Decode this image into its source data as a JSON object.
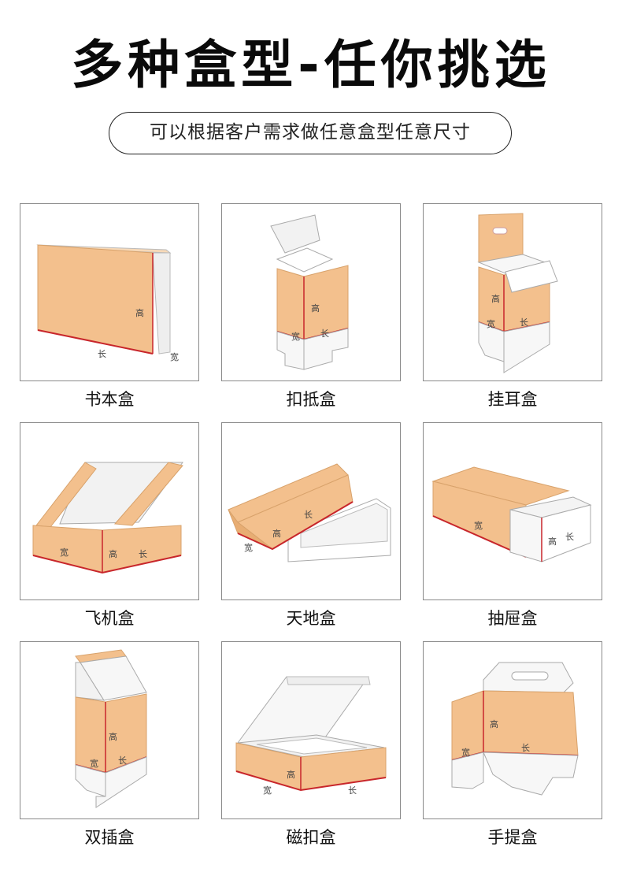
{
  "header": {
    "title": "多种盒型-任你挑选",
    "subtitle": "可以根据客户需求做任意盒型任意尺寸"
  },
  "colors": {
    "kraft": "#f3c08d",
    "kraft_side": "#e8ad73",
    "edge_red": "#c8262b",
    "inner": "#f2f2f2"
  },
  "boxes": [
    {
      "name": "书本盒",
      "dims": {
        "h": "高",
        "l": "长",
        "w": "宽"
      }
    },
    {
      "name": "扣抵盒",
      "dims": {
        "h": "高",
        "l": "长",
        "w": "宽"
      }
    },
    {
      "name": "挂耳盒",
      "dims": {
        "h": "高",
        "l": "长",
        "w": "宽"
      }
    },
    {
      "name": "飞机盒",
      "dims": {
        "h": "高",
        "l": "长",
        "w": "宽"
      }
    },
    {
      "name": "天地盒",
      "dims": {
        "h": "高",
        "l": "长",
        "w": "宽"
      }
    },
    {
      "name": "抽屉盒",
      "dims": {
        "h": "高",
        "l": "长",
        "w": "宽"
      }
    },
    {
      "name": "双插盒",
      "dims": {
        "h": "高",
        "l": "长",
        "w": "宽"
      }
    },
    {
      "name": "磁扣盒",
      "dims": {
        "h": "高",
        "l": "长",
        "w": "宽"
      }
    },
    {
      "name": "手提盒",
      "dims": {
        "h": "高",
        "l": "长",
        "w": "宽"
      }
    }
  ]
}
